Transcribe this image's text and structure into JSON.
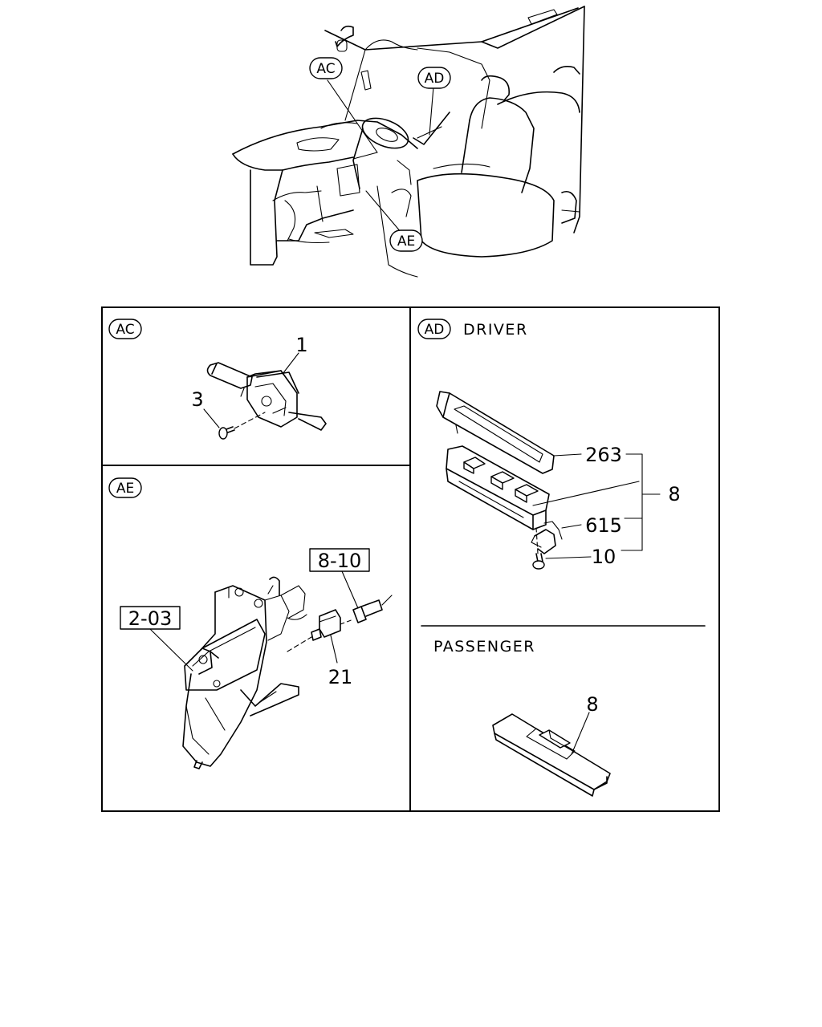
{
  "overview": {
    "markers": [
      {
        "id": "ac",
        "label": "AC"
      },
      {
        "id": "ad",
        "label": "AD"
      },
      {
        "id": "ae",
        "label": "AE"
      }
    ]
  },
  "panels": {
    "ac": {
      "marker": "AC",
      "callouts": {
        "switch": "1",
        "screw": "3"
      }
    },
    "ae": {
      "marker": "AE",
      "callouts": {
        "switch": "21"
      },
      "references": {
        "pedal": "2-03",
        "connector": "8-10"
      }
    },
    "ad": {
      "marker": "AD",
      "title": "DRIVER",
      "callouts": {
        "bezel": "263",
        "clip": "615",
        "screw": "10",
        "assembly": "8"
      }
    },
    "passenger": {
      "title": "PASSENGER",
      "callouts": {
        "assembly": "8"
      }
    }
  }
}
